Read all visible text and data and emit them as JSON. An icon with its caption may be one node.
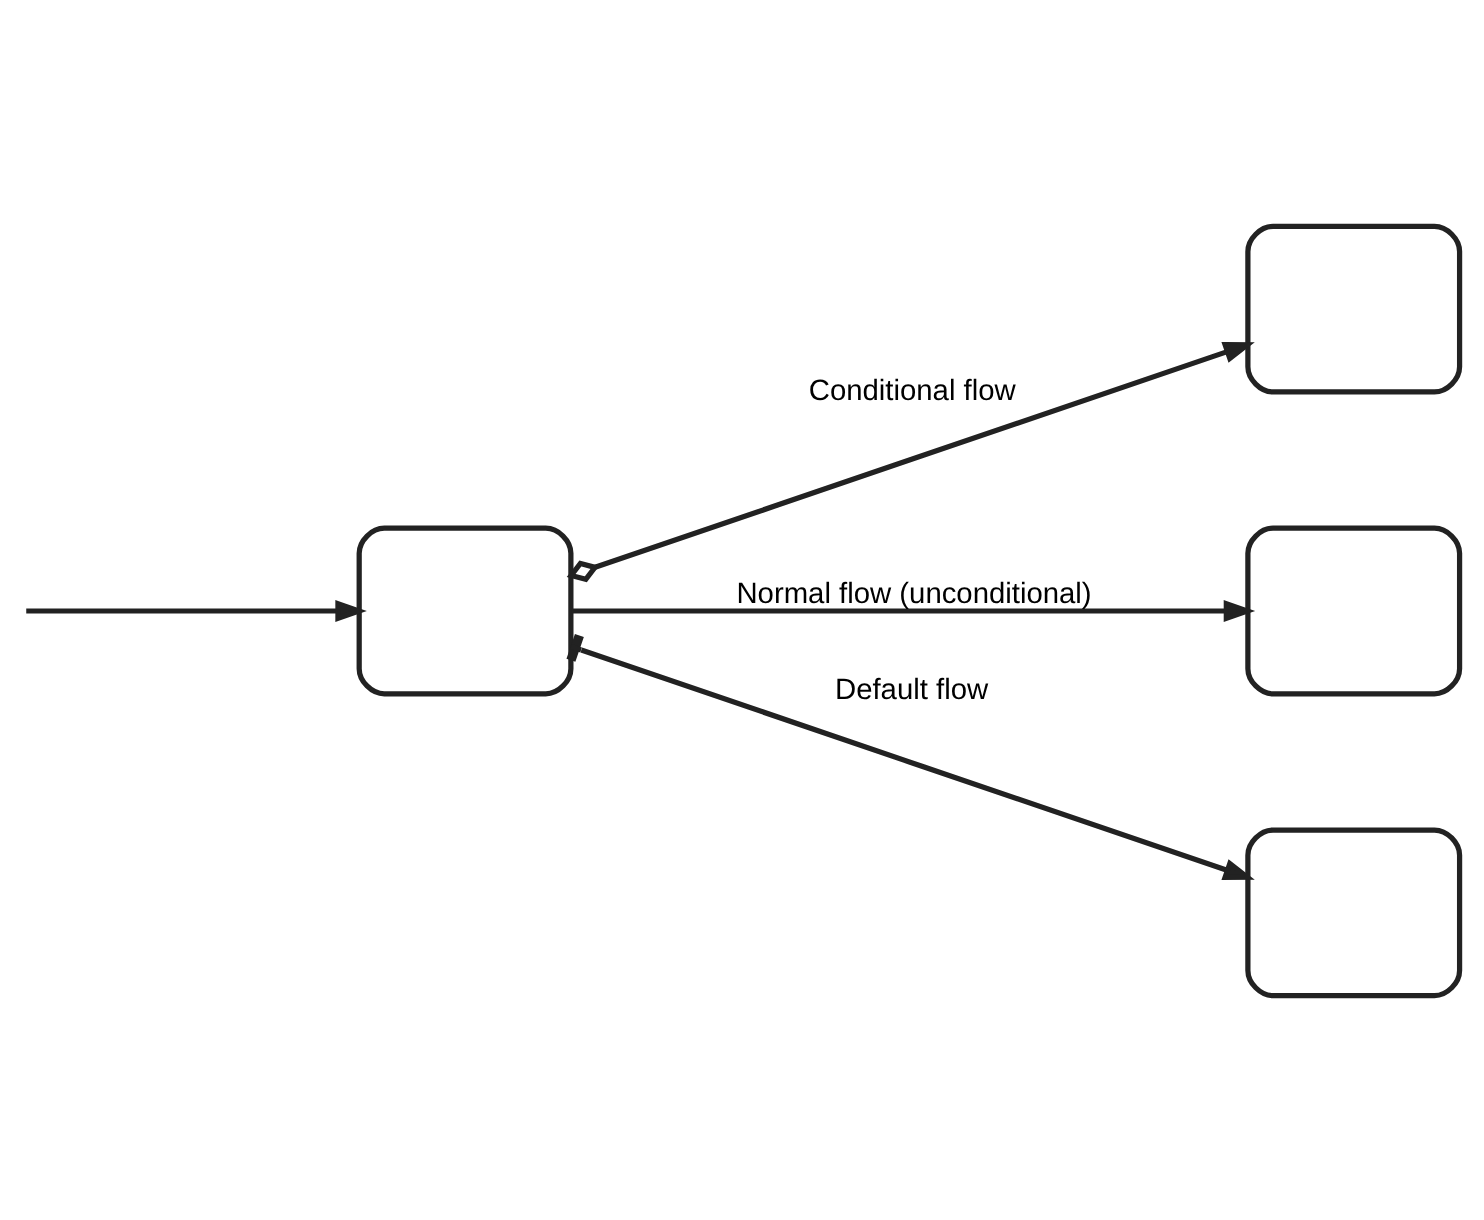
{
  "diagram": {
    "nodes": [
      {
        "text": [],
        "shape": "box"
      },
      {
        "text": [],
        "shape": "box"
      },
      {
        "text": [],
        "shape": "box"
      },
      {
        "text": [],
        "shape": "box"
      }
    ],
    "edges": [
      {
        "from": null,
        "to": 0,
        "arrow": "to"
      },
      {
        "from": 0,
        "to": 1,
        "arrow": "to",
        "label": "Conditional flow"
      },
      {
        "from": 0,
        "to": 2,
        "arrow": "to",
        "label": "Normal flow (unconditional)"
      },
      {
        "from": 0,
        "to": 3,
        "arrow": "to",
        "label": "Default flow"
      }
    ]
  }
}
